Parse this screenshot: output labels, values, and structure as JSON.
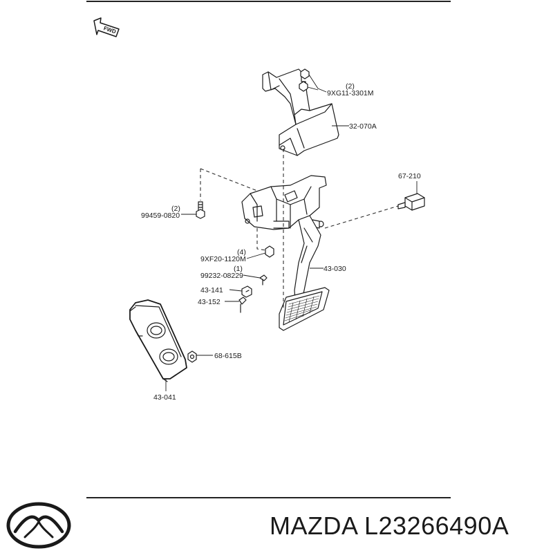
{
  "diagram": {
    "direction_marker": "FWD",
    "parts": [
      {
        "id": "nut-top",
        "qty": "(2)",
        "code": "9XG11-3301M"
      },
      {
        "id": "bracket",
        "qty": "",
        "code": "32-070A"
      },
      {
        "id": "switch",
        "qty": "",
        "code": "67-210"
      },
      {
        "id": "bolt",
        "qty": "(2)",
        "code": "99459-0820"
      },
      {
        "id": "nut-mid",
        "qty": "(4)",
        "code": "9XF20-1120M"
      },
      {
        "id": "screw",
        "qty": "(1)",
        "code": "99232-08229"
      },
      {
        "id": "pedal",
        "qty": "",
        "code": "43-030"
      },
      {
        "id": "clip",
        "qty": "",
        "code": "43-141"
      },
      {
        "id": "pin",
        "qty": "",
        "code": "43-152"
      },
      {
        "id": "nut-pad",
        "qty": "",
        "code": "68-615B"
      },
      {
        "id": "pad",
        "qty": "",
        "code": "43-041"
      }
    ]
  },
  "footer": {
    "brand": "MAZDA",
    "part_number": "L23266490A",
    "title": "MAZDA L23266490A"
  }
}
